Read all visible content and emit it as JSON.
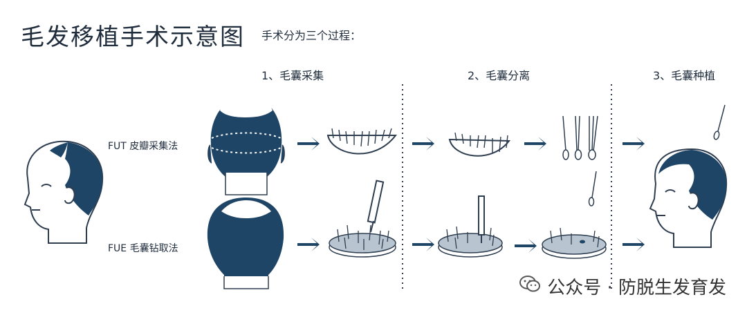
{
  "header": {
    "title": "毛发移植手术示意图",
    "subtitle": "手术分为三个过程："
  },
  "steps": [
    {
      "label": "1、毛囊采集"
    },
    {
      "label": "2、毛囊分离"
    },
    {
      "label": "3、毛囊种植"
    }
  ],
  "methods": [
    {
      "label": "FUT 皮瓣采集法"
    },
    {
      "label": "FUE 毛囊钻取法"
    }
  ],
  "watermark": {
    "text": "公众号 · 防脱生发育发"
  },
  "colors": {
    "navy": "#1e4466",
    "skin": "#ffffff",
    "line": "#2d3d4f",
    "disc": "#b8c4cf",
    "accent": "#274a6c"
  }
}
